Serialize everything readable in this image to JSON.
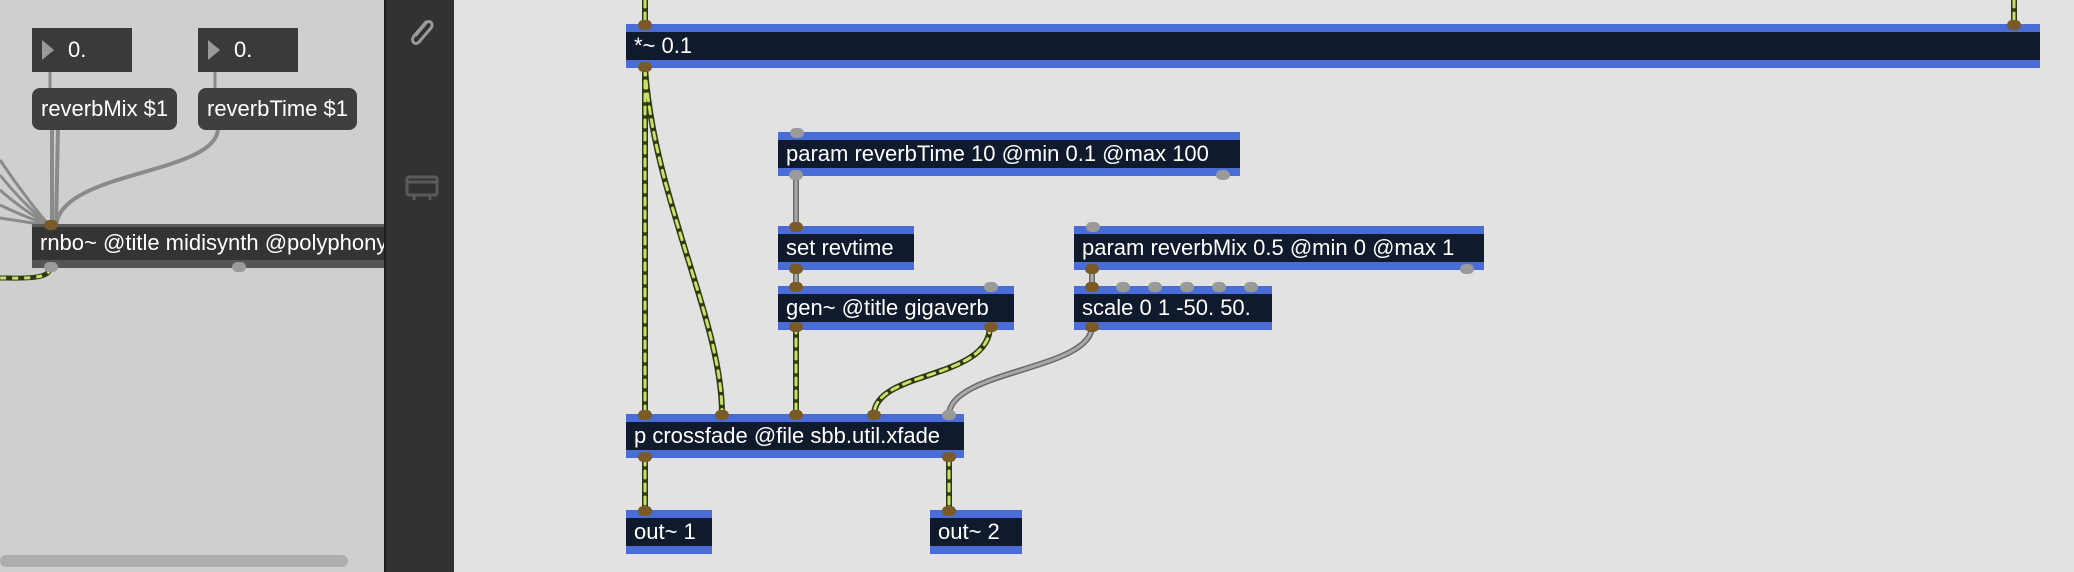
{
  "left": {
    "numbox_1": "0.",
    "numbox_2": "0.",
    "msg_reverbmix": "reverbMix $1",
    "msg_reverbtime": "reverbTime $1",
    "rnbo_object": "rnbo~ @title midisynth @polyphony"
  },
  "toolbar": {
    "icons": [
      "paperclip-icon",
      "presentation-icon"
    ]
  },
  "patch": {
    "mult": "*~ 0.1",
    "param_reverbtime": "param reverbTime 10 @min 0.1 @max 100",
    "set_revtime": "set revtime",
    "gen_gigaverb": "gen~ @title gigaverb",
    "param_reverbmix": "param reverbMix 0.5 @min 0 @max 1",
    "scale": "scale 0 1 -50. 50.",
    "crossfade": "p crossfade @file sbb.util.xfade",
    "out1": "out~ 1",
    "out2": "out~ 2"
  },
  "colors": {
    "object_bg": "#0f1a2d",
    "object_border": "#4a6cd6",
    "signal_cable": "#c8e06a",
    "control_cable": "#8a8a8a",
    "toolbar_bg": "#323232"
  }
}
